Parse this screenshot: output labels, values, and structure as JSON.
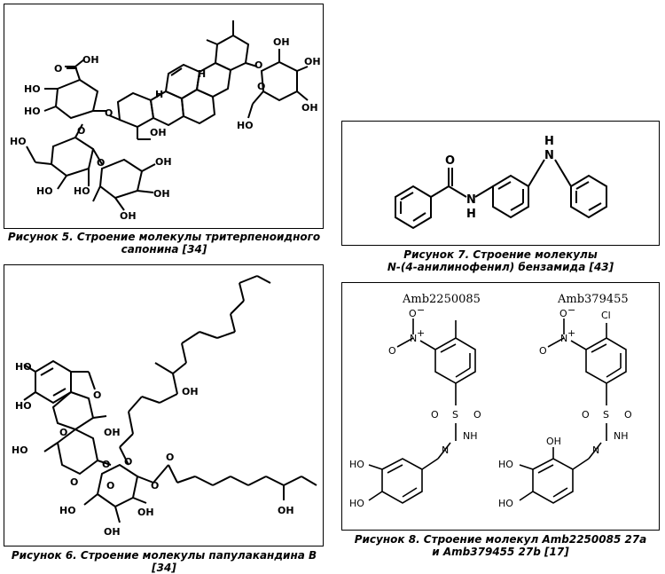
{
  "figures": {
    "fig5": {
      "caption_line1": "Рисунок 5. Строение молекулы тритерпеноидного",
      "caption_line2": "сапонина [34]",
      "atoms": {
        "oh": "OH",
        "ho": "HO",
        "o": "O",
        "h": "H",
        "cooh": "OH"
      }
    },
    "fig6": {
      "caption_line1": "Рисунок 6. Строение молекулы папулакандина В [34]",
      "atoms": {
        "oh": "OH",
        "ho": "HO",
        "o": "O"
      }
    },
    "fig7": {
      "caption_line1": "Рисунок 7. Строение молекулы",
      "caption_line2": "N-(4-анилинофенил) бензамида [43]",
      "atoms": {
        "o": "O",
        "n": "N",
        "h": "H"
      }
    },
    "fig8": {
      "caption_line1": "Рисунок 8. Строение молекул Amb2250085 27a",
      "caption_line2": "и Amb379455 27b [17]",
      "mol_a_name": "Amb2250085",
      "mol_b_name": "Amb379455",
      "atoms": {
        "o": "O",
        "nplus": "N",
        "s": "S",
        "n": "N",
        "nh": "NH",
        "ho": "HO",
        "oh": "OH",
        "cl": "Cl",
        "minus": "−",
        "plus": "+"
      }
    }
  }
}
